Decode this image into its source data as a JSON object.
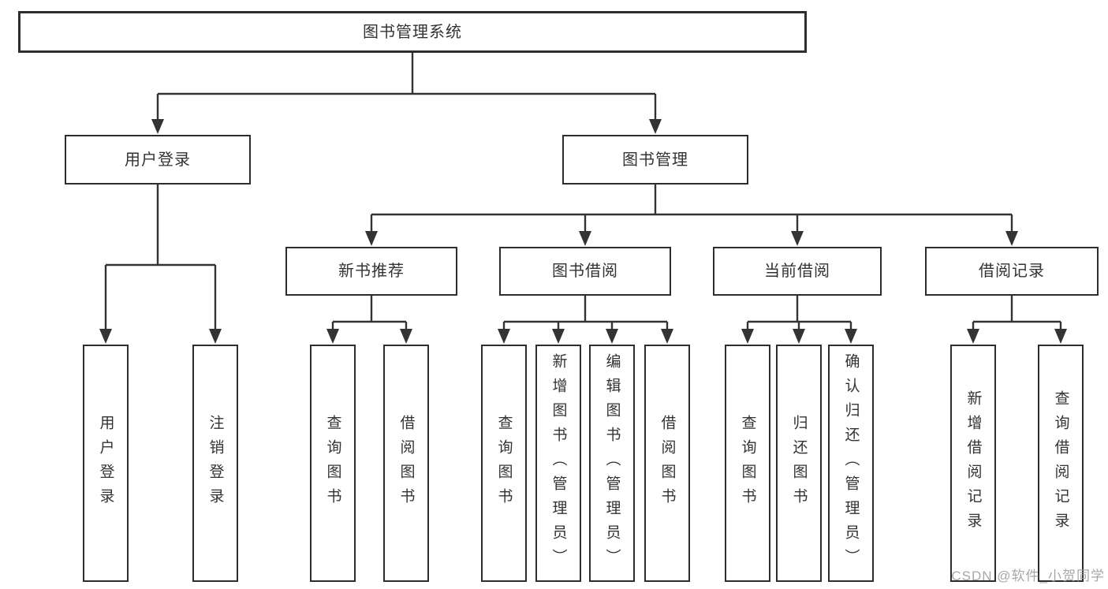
{
  "colors": {
    "background": "#ffffff",
    "line": "#333333",
    "box_border": "#2d2d2d",
    "text": "#333333",
    "watermark_text": "#9e9e9e"
  },
  "diagram": {
    "root": {
      "label": "图书管理系统"
    },
    "level2": [
      {
        "label": "用户登录",
        "children": [
          {
            "label": "用户登录"
          },
          {
            "label": "注销登录"
          }
        ]
      },
      {
        "label": "图书管理",
        "children": [
          {
            "label": "新书推荐",
            "children": [
              {
                "label": "查询图书"
              },
              {
                "label": "借阅图书"
              }
            ]
          },
          {
            "label": "图书借阅",
            "children": [
              {
                "label": "查询图书"
              },
              {
                "label": "新增图书（管理员）"
              },
              {
                "label": "编辑图书（管理员）"
              },
              {
                "label": "借阅图书"
              }
            ]
          },
          {
            "label": "当前借阅",
            "children": [
              {
                "label": "查询图书"
              },
              {
                "label": "归还图书"
              },
              {
                "label": "确认归还（管理员）"
              }
            ]
          },
          {
            "label": "借阅记录",
            "children": [
              {
                "label": "新增借阅记录"
              },
              {
                "label": "查询借阅记录"
              }
            ]
          }
        ]
      }
    ]
  },
  "watermark": {
    "text": "CSDN @软件_小贺同学"
  }
}
